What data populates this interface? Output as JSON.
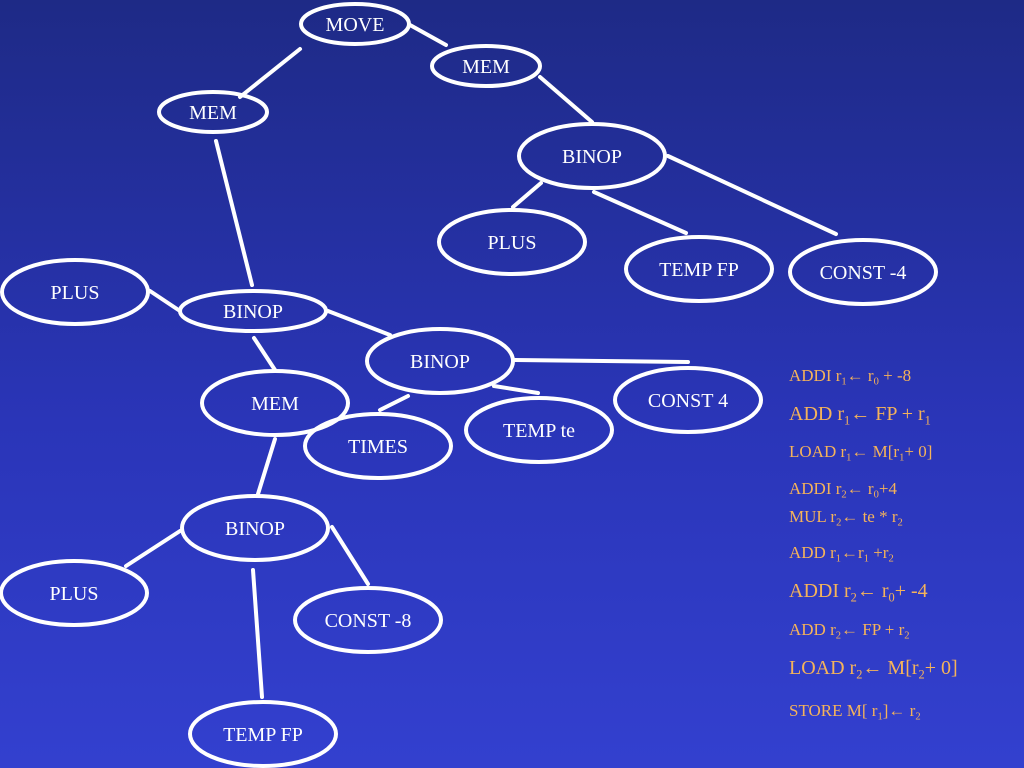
{
  "tree": {
    "nodes": [
      {
        "id": "move",
        "label": "MOVE"
      },
      {
        "id": "mem-r",
        "label": "MEM"
      },
      {
        "id": "mem-l",
        "label": "MEM"
      },
      {
        "id": "binop-r",
        "label": "BINOP"
      },
      {
        "id": "plus-r",
        "label": "PLUS"
      },
      {
        "id": "temp-fp-r",
        "label": "TEMP FP"
      },
      {
        "id": "const-m4",
        "label": "CONST -4"
      },
      {
        "id": "plus-l",
        "label": "PLUS"
      },
      {
        "id": "binop-l",
        "label": "BINOP"
      },
      {
        "id": "binop-m",
        "label": "BINOP"
      },
      {
        "id": "mem-m",
        "label": "MEM"
      },
      {
        "id": "const-4",
        "label": "CONST 4"
      },
      {
        "id": "temp-te",
        "label": "TEMP te"
      },
      {
        "id": "times",
        "label": "TIMES"
      },
      {
        "id": "binop-b",
        "label": "BINOP"
      },
      {
        "id": "plus-b",
        "label": "PLUS"
      },
      {
        "id": "const-m8",
        "label": "CONST -8"
      },
      {
        "id": "temp-fp-b",
        "label": "TEMP FP"
      }
    ]
  },
  "instructions": [
    {
      "parts": [
        [
          "t",
          "ADDI  r"
        ],
        [
          "s",
          "1"
        ],
        [
          "t",
          "← r"
        ],
        [
          "s",
          "0"
        ],
        [
          "t",
          " + -8"
        ]
      ]
    },
    {
      "parts": [
        [
          "t",
          "ADD  r"
        ],
        [
          "s",
          "1"
        ],
        [
          "t",
          "← FP + r"
        ],
        [
          "s",
          "1"
        ]
      ]
    },
    {
      "parts": [
        [
          "t",
          "LOAD r"
        ],
        [
          "s",
          "1"
        ],
        [
          "t",
          "← M[r"
        ],
        [
          "s",
          "1"
        ],
        [
          "t",
          "+ 0]"
        ]
      ]
    },
    {
      "parts": [
        [
          "t",
          "ADDI  r"
        ],
        [
          "s",
          "2"
        ],
        [
          "t",
          "← r"
        ],
        [
          "s",
          "0"
        ],
        [
          "t",
          "+4"
        ]
      ]
    },
    {
      "parts": [
        [
          "t",
          "MUL r"
        ],
        [
          "s",
          "2"
        ],
        [
          "t",
          "← te * r"
        ],
        [
          "s",
          "2"
        ]
      ]
    },
    {
      "parts": [
        [
          "t",
          "ADD r"
        ],
        [
          "s",
          "1"
        ],
        [
          "t",
          "←r"
        ],
        [
          "s",
          "1"
        ],
        [
          "t",
          " +r"
        ],
        [
          "s",
          "2"
        ]
      ]
    },
    {
      "parts": [
        [
          "t",
          "ADDI r"
        ],
        [
          "s",
          "2"
        ],
        [
          "t",
          "← r"
        ],
        [
          "s",
          "0"
        ],
        [
          "t",
          "+ -4"
        ]
      ]
    },
    {
      "parts": [
        [
          "t",
          "ADD r"
        ],
        [
          "s",
          "2"
        ],
        [
          "t",
          "← FP + r"
        ],
        [
          "s",
          "2"
        ]
      ]
    },
    {
      "parts": [
        [
          "t",
          "LOAD r"
        ],
        [
          "s",
          "2"
        ],
        [
          "t",
          "← M[r"
        ],
        [
          "s",
          "2"
        ],
        [
          "t",
          "+ 0]"
        ]
      ]
    },
    {
      "parts": [
        [
          "t",
          "STORE M[ r"
        ],
        [
          "s",
          "1"
        ],
        [
          "t",
          "]← r"
        ],
        [
          "s",
          "2"
        ]
      ]
    }
  ]
}
